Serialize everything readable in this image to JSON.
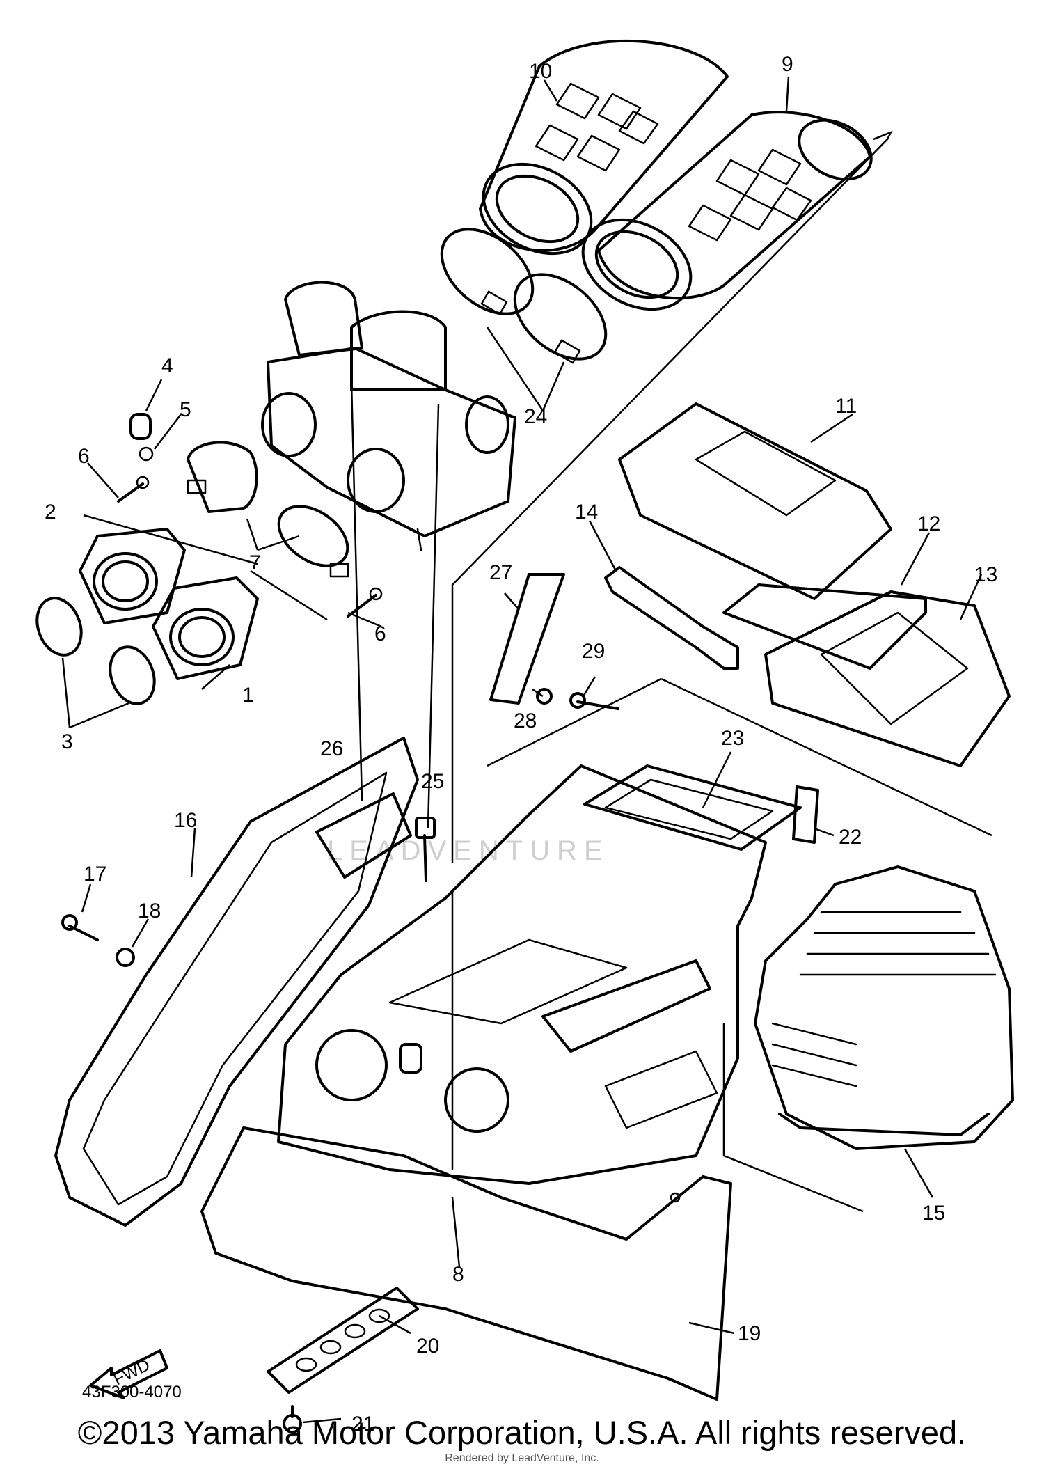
{
  "diagram": {
    "part_code": "43F300-4070",
    "watermark": "LEADVENTURE",
    "fwd_arrow_label": "FWD",
    "callouts": [
      "1",
      "2",
      "3",
      "4",
      "5",
      "6",
      "6",
      "7",
      "8",
      "9",
      "10",
      "11",
      "12",
      "13",
      "14",
      "15",
      "16",
      "17",
      "18",
      "19",
      "20",
      "21",
      "22",
      "23",
      "24",
      "25",
      "26",
      "27",
      "28",
      "29"
    ]
  },
  "footer": {
    "copyright": "©2013 Yamaha Motor Corporation, U.S.A. All rights reserved.",
    "rendered_by": "Rendered by LeadVenture, Inc."
  }
}
